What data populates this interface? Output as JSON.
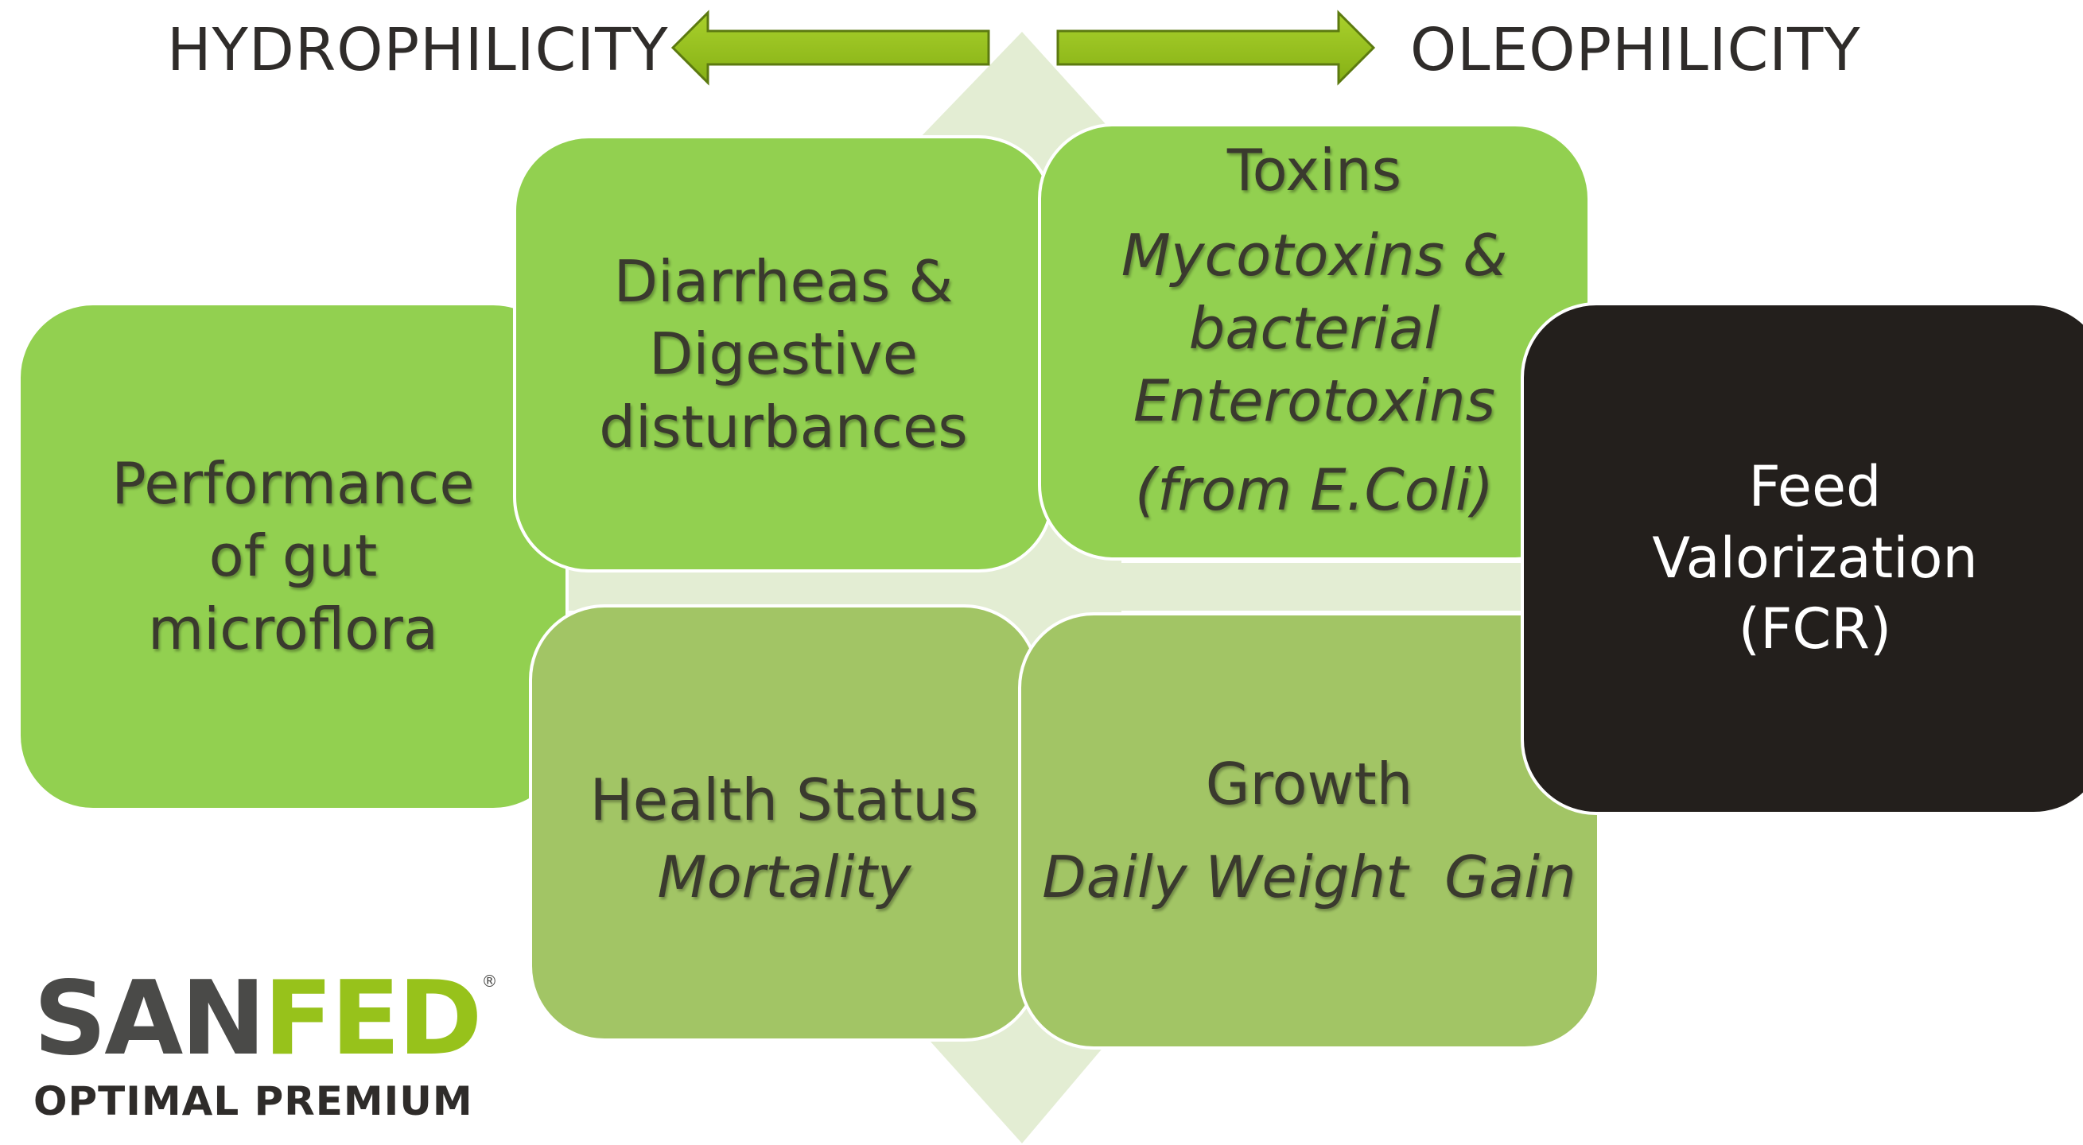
{
  "header": {
    "left_label": "HYDROPHILICITY",
    "right_label": "OLEOPHILICITY"
  },
  "boxes": {
    "gut": {
      "lines": [
        "Performance",
        "of gut",
        "microflora"
      ]
    },
    "diarrheas": {
      "lines": [
        "Diarrheas &",
        "Digestive",
        "disturbances"
      ]
    },
    "toxins": {
      "title": "Toxins",
      "lines": [
        "Mycotoxins &",
        "bacterial",
        "Enterotoxins"
      ],
      "note": "(from E.Coli)"
    },
    "health": {
      "title": "Health Status",
      "subtitle": "Mortality"
    },
    "growth": {
      "title": "Growth",
      "subtitle": "Daily Weight  Gain"
    },
    "feed": {
      "lines": [
        "Feed",
        "Valorization",
        "(FCR)"
      ]
    }
  },
  "logo": {
    "part1": "SAN",
    "part2": "FED",
    "registered": "®",
    "tagline": "OPTIMAL PREMIUM"
  },
  "colors": {
    "arrow": "#97c21b",
    "light_box": "#92d050",
    "mid_box": "#a2c565",
    "dark_box": "#231f1c",
    "diamond": "#e3edd3",
    "logo_gray": "#4a4a48",
    "logo_green": "#97c21b"
  }
}
